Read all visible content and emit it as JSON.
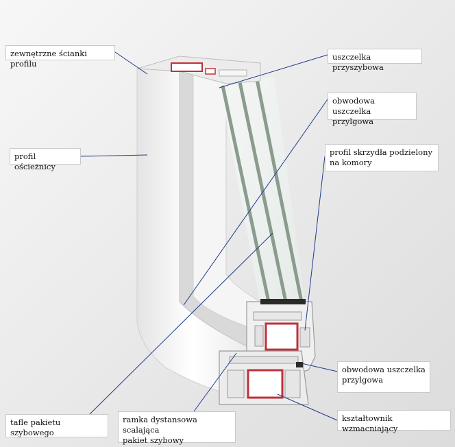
{
  "labels": {
    "outer_walls": "zewnętrzne ścianki profilu",
    "glazing_gasket": "uszczelka przyszybowa",
    "perimeter_gasket_top": "obwodowa uszczelka\nprzylgowa",
    "frame_profile": "profil ościeżnicy",
    "sash_profile": "profil skrzydła podzielony\nna komory",
    "perimeter_gasket_bottom": "obwodowa uszczelka\nprzylgowa",
    "glass_panes": "tafle pakietu szybowego",
    "spacer_frame": "ramka dystansowa scalająca\npakiet szybowy",
    "reinforcement": "kształtownik wzmacniający"
  },
  "colors": {
    "background": "#f2f2f2",
    "profile_white": "#ffffff",
    "glass_green": "#8a9c8e",
    "reinforcement_red": "#c0303a",
    "leader_line": "#1f3a8a"
  }
}
